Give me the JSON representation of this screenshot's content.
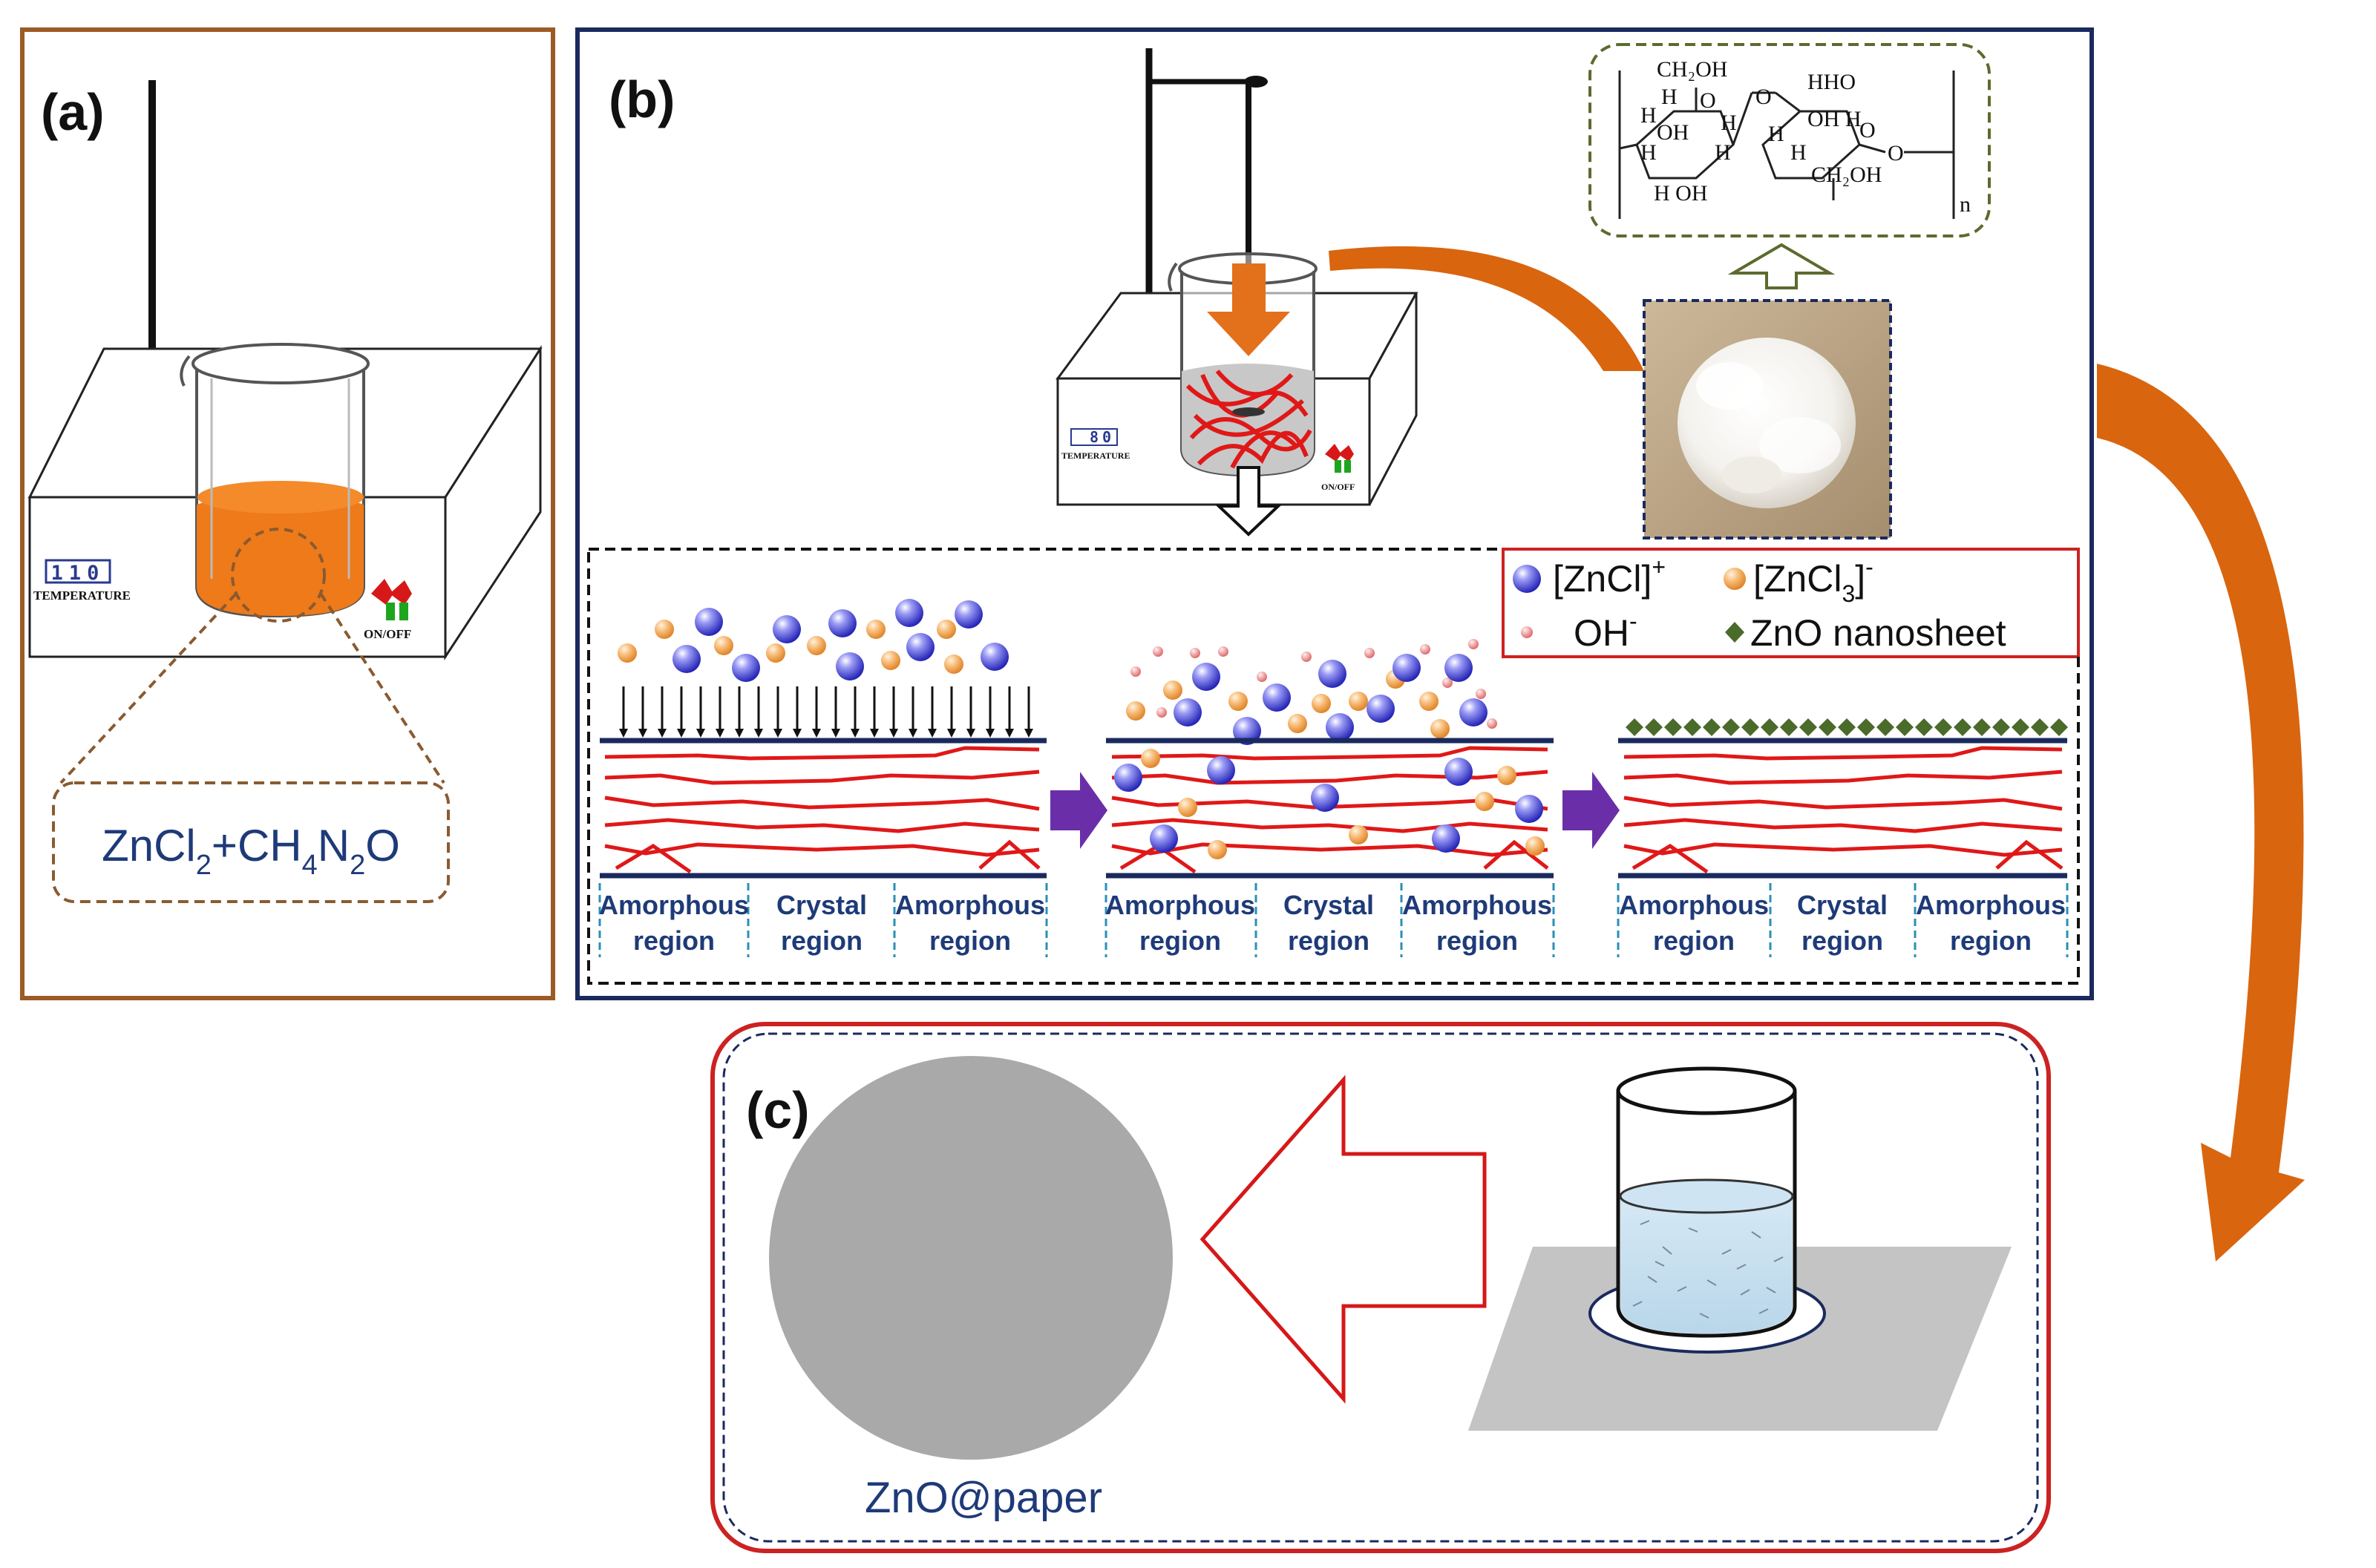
{
  "panels": {
    "a": {
      "label": "(a)",
      "display": "110",
      "display_label": "TEMPERATURE",
      "switch_label": "ON/OFF",
      "formula": {
        "p1": "ZnCl",
        "s1": "2",
        "p2": "+CH",
        "s2": "4",
        "p3": "N",
        "s3": "2",
        "p4": "O"
      }
    },
    "b": {
      "label": "(b)",
      "display": "80",
      "display_label": "TEMPERATURE",
      "switch_label": "ON/OFF",
      "structure": {
        "ch2oh_top": "CH₂OH",
        "o_ring1": "O",
        "h_a": "H",
        "h_b": "H",
        "oh_1": "OH",
        "h_c": "H",
        "h_d": "H",
        "h_e": "H",
        "h_oh_bottom": "H  OH",
        "o_bridge": "O",
        "hho": "HHO",
        "oh_h": "OH H",
        "h_f": "H",
        "h_g": "H",
        "ch2oh_bottom": "CH₂OH",
        "o_ring2": "O",
        "o_end": "O",
        "n": "n"
      },
      "legend": {
        "zncl_plus": {
          "base": "[ZnCl]",
          "sup": "+"
        },
        "zncl3_minus": {
          "base": "[ZnCl",
          "sub": "3",
          "close": "]",
          "sup": "-"
        },
        "oh_minus": {
          "base": "OH",
          "sup": "-"
        },
        "zno_nanosheet": "ZnO nanosheet"
      },
      "stages": [
        {
          "regions": [
            {
              "l1": "Amorphous",
              "l2": "region"
            },
            {
              "l1": "Crystal",
              "l2": "region"
            },
            {
              "l1": "Amorphous",
              "l2": "region"
            }
          ]
        },
        {
          "regions": [
            {
              "l1": "Amorphous",
              "l2": "region"
            },
            {
              "l1": "Crystal",
              "l2": "region"
            },
            {
              "l1": "Amorphous",
              "l2": "region"
            }
          ]
        },
        {
          "regions": [
            {
              "l1": "Amorphous",
              "l2": "region"
            },
            {
              "l1": "Crystal",
              "l2": "region"
            },
            {
              "l1": "Amorphous",
              "l2": "region"
            }
          ]
        }
      ]
    },
    "c": {
      "label": "(c)",
      "product": "ZnO@paper"
    }
  },
  "colors": {
    "panel_a_border": "#9b5b25",
    "panel_b_border": "#1a2a5e",
    "panel_c_border": "#cc2222",
    "orange_solution": "#ee7a1a",
    "curved_arrow": "#d9650f",
    "fiber_red": "#e01818",
    "ion_blue": "#3b3bd6",
    "ion_orange": "#f2a24a",
    "oh_pink": "#e88b8b",
    "zno_green": "#4a6b2a",
    "stage_arrow_purple": "#6a2fa8",
    "paper_gray": "#a9a9a9",
    "label_navy": "#1e3a78"
  }
}
